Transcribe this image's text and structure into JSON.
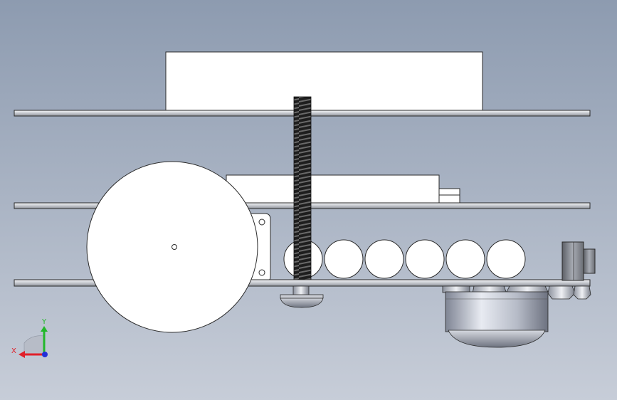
{
  "viewport": {
    "background_top": "#8d9bb0",
    "background_bottom": "#c7cdd8"
  },
  "triad": {
    "x_label": "X",
    "y_label": "Y",
    "x_color": "#e0202a",
    "y_color": "#22b82a",
    "z_color": "#2230d8"
  },
  "model": {
    "plate_color": "#d8dbe0",
    "edge_color": "#2a2a2a",
    "part_fill": "#ffffff",
    "threaded_rod_color": "#3a3a3a",
    "battery_count": 6,
    "caster_color": "#c9cdd6"
  }
}
